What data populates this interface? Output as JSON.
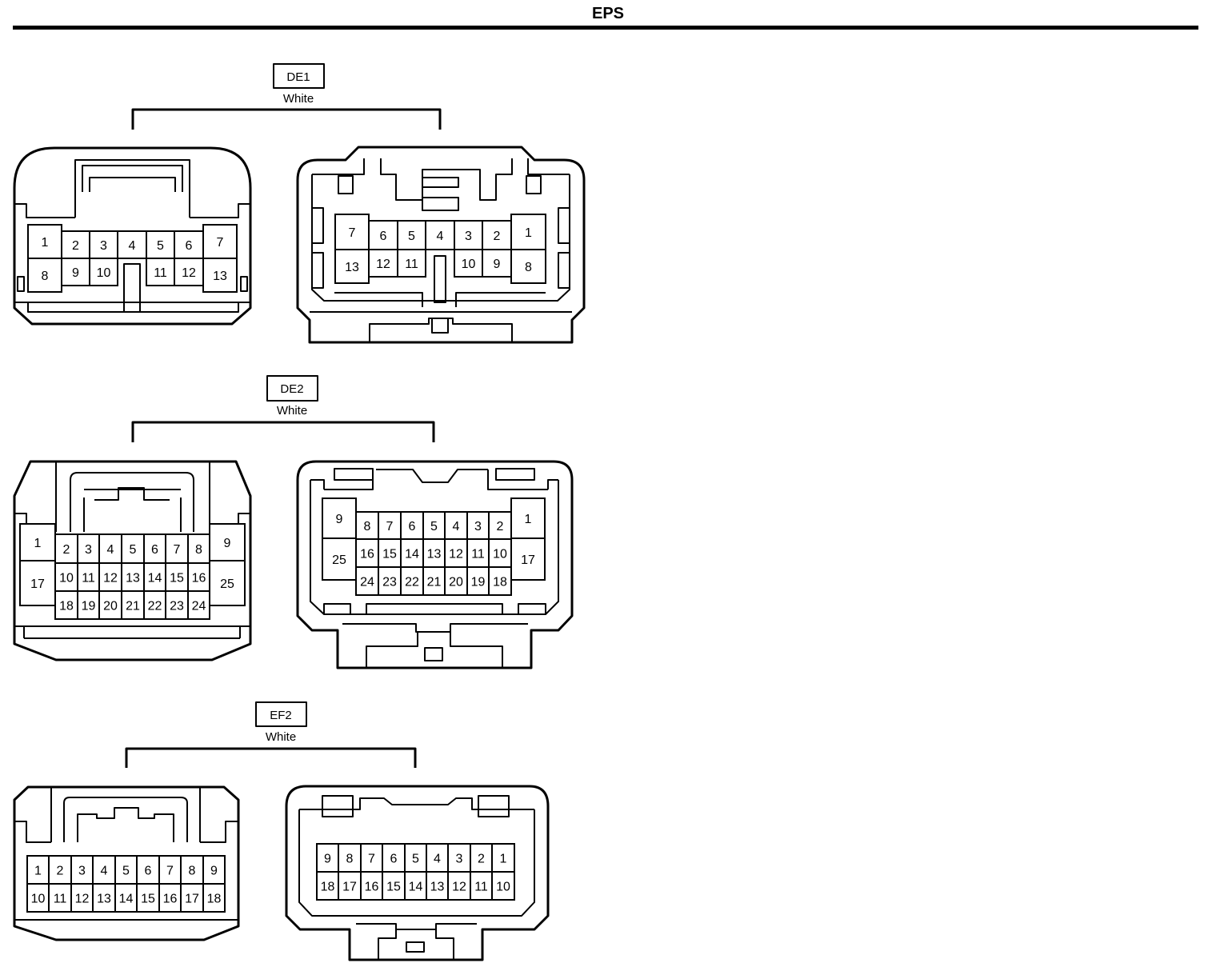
{
  "title": "EPS",
  "connectors": [
    {
      "name": "DE1",
      "color_label": "White",
      "left_pins": [
        "1",
        "2",
        "3",
        "4",
        "5",
        "6",
        "7",
        "8",
        "9",
        "10",
        "11",
        "12",
        "13"
      ],
      "right_pins": [
        "7",
        "6",
        "5",
        "4",
        "3",
        "2",
        "1",
        "13",
        "12",
        "11",
        "10",
        "9",
        "8"
      ]
    },
    {
      "name": "DE2",
      "color_label": "White",
      "left_pins": [
        "1",
        "2",
        "3",
        "4",
        "5",
        "6",
        "7",
        "8",
        "9",
        "17",
        "10",
        "11",
        "12",
        "13",
        "14",
        "15",
        "16",
        "25",
        "18",
        "19",
        "20",
        "21",
        "22",
        "23",
        "24"
      ],
      "right_pins": [
        "9",
        "8",
        "7",
        "6",
        "5",
        "4",
        "3",
        "2",
        "1",
        "25",
        "16",
        "15",
        "14",
        "13",
        "12",
        "11",
        "10",
        "17",
        "24",
        "23",
        "22",
        "21",
        "20",
        "19",
        "18"
      ]
    },
    {
      "name": "EF2",
      "color_label": "White",
      "left_pins": [
        "1",
        "2",
        "3",
        "4",
        "5",
        "6",
        "7",
        "8",
        "9",
        "10",
        "11",
        "12",
        "13",
        "14",
        "15",
        "16",
        "17",
        "18"
      ],
      "right_pins": [
        "9",
        "8",
        "7",
        "6",
        "5",
        "4",
        "3",
        "2",
        "1",
        "18",
        "17",
        "16",
        "15",
        "14",
        "13",
        "12",
        "11",
        "10"
      ]
    }
  ]
}
